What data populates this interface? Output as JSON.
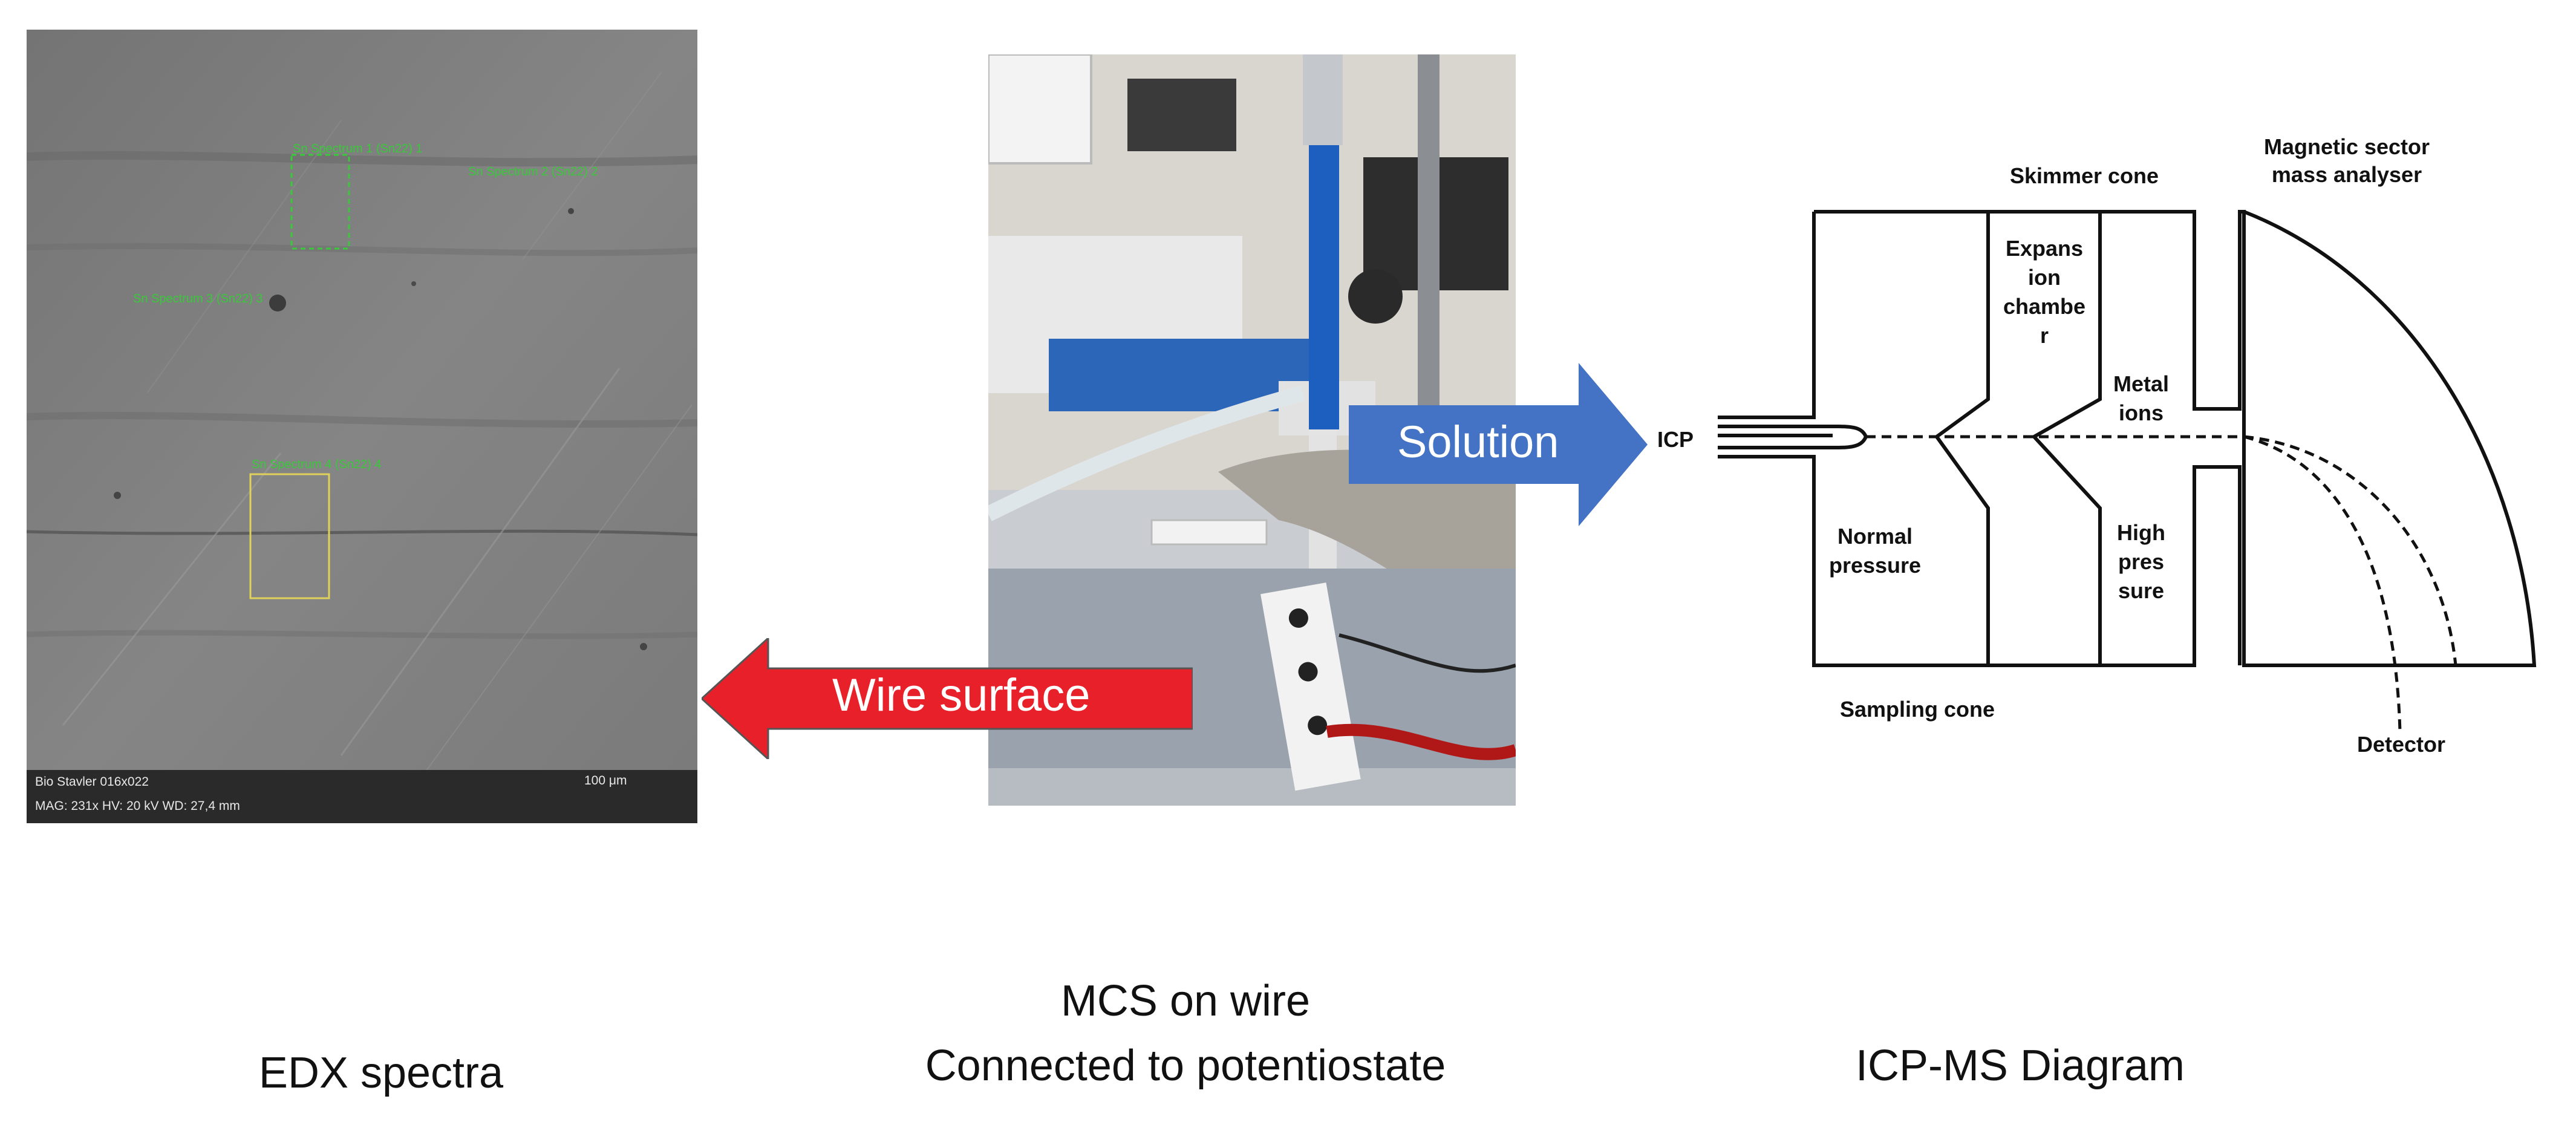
{
  "colors": {
    "wire_arrow": "#e8202a",
    "solution_arrow": "#4472c4",
    "spectrum_label": "#39c93a",
    "roi_box": "#e0d15a"
  },
  "sem": {
    "info_line1": "Bio Stavler 016x022",
    "info_line2": "MAG: 231x    HV: 20 kV    WD: 27,4 mm",
    "scale_label": "100 μm",
    "spectrum_labels": [
      "Sn Spectrum 1 (Sn22) 1",
      "Sn Spectrum 2 (Sn22) 2",
      "Sn Spectrum 3 (Sn22) 3",
      "Sn Spectrum 4 (Sn22) 4"
    ]
  },
  "arrows": {
    "solution": "Solution",
    "wire_surface": "Wire surface"
  },
  "captions": {
    "edx": "EDX spectra",
    "mcs_line1": "MCS on wire",
    "mcs_line2": "Connected to potentiostate",
    "icpms": "ICP-MS Diagram"
  },
  "diagram": {
    "skimmer_cone": "Skimmer cone",
    "magnetic_sector_line1": "Magnetic sector",
    "magnetic_sector_line2": "mass analyser",
    "expansion_chamber": [
      "Expans",
      "ion",
      "chambe",
      "r"
    ],
    "metal_ions": [
      "Metal",
      "ions"
    ],
    "icp": "ICP",
    "normal_pressure": [
      "Normal",
      "pressure"
    ],
    "high_pressure": [
      "High",
      "pres",
      "sure"
    ],
    "sampling_cone": "Sampling cone",
    "detector": "Detector"
  }
}
